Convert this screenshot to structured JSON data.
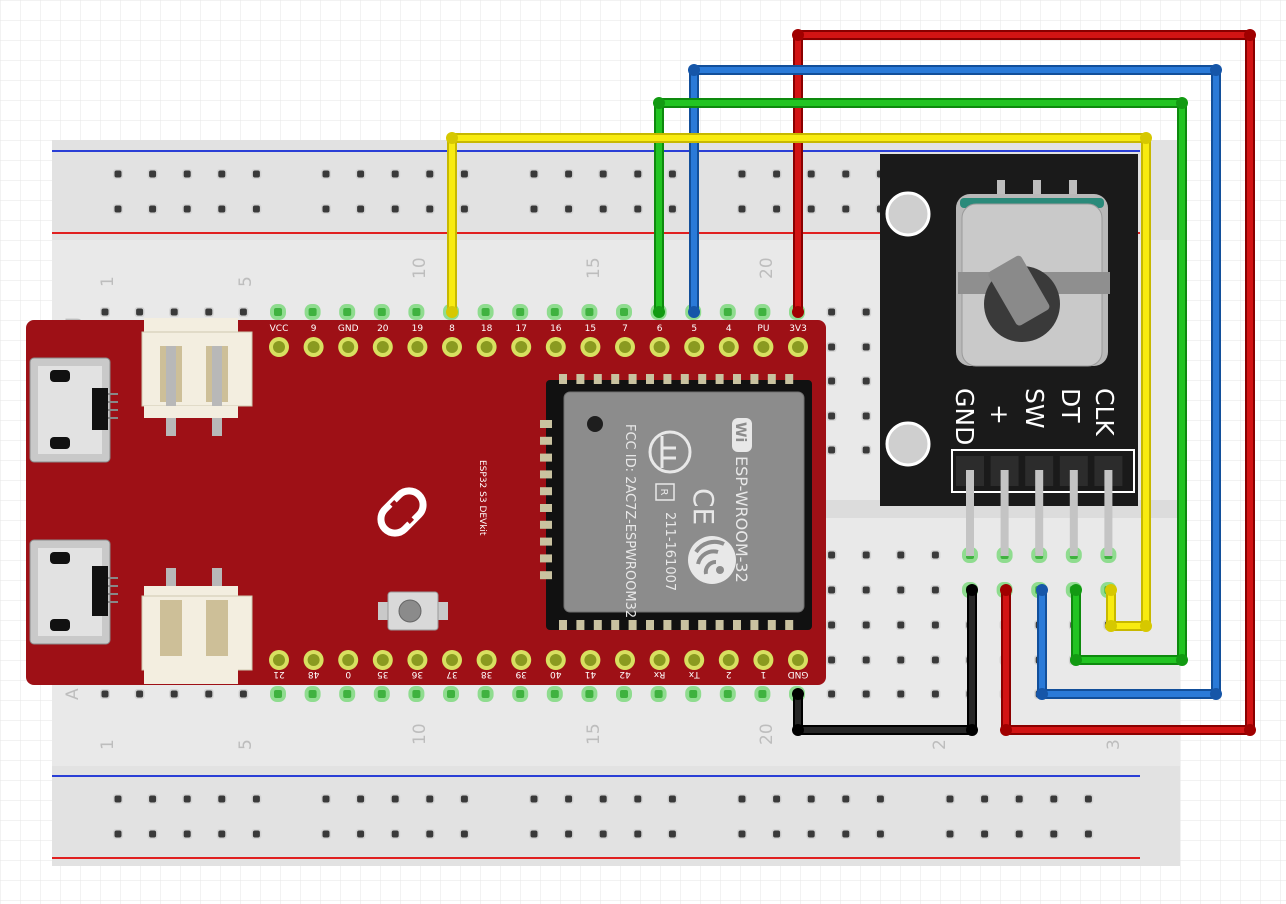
{
  "breadboard": {
    "column_numbers": [
      "1",
      "5",
      "10",
      "15",
      "20",
      "2",
      "3"
    ],
    "row_letters": [
      "J",
      "A"
    ]
  },
  "esp32": {
    "board_label": "ESP32 S3 DEVkit",
    "top_pins": [
      "VCC",
      "9",
      "GND",
      "20",
      "19",
      "8",
      "18",
      "17",
      "16",
      "15",
      "7",
      "6",
      "5",
      "4",
      "PU",
      "3V3"
    ],
    "bottom_pins": [
      "21",
      "48",
      "0",
      "35",
      "36",
      "37",
      "38",
      "39",
      "40",
      "41",
      "42",
      "Rx",
      "Tx",
      "2",
      "1",
      "GND"
    ]
  },
  "module": {
    "wifi_badge": "Wi",
    "name": "ESP-WROOM-32",
    "fcc": "FCC ID: 2AC7Z-ESPWROOM32",
    "cert": "211-161007",
    "ce_mark": "CE",
    "r_mark": "R"
  },
  "encoder": {
    "pin_labels": [
      "CLK",
      "DT",
      "SW",
      "+",
      "GND"
    ]
  },
  "colors": {
    "wire_red": "#c00000",
    "wire_blue": "#1e6cc8",
    "wire_green": "#1ab51a",
    "wire_yellow": "#f5e600",
    "wire_black": "#111111",
    "board_red": "#9e1016",
    "encoder_pcb": "#1a1a1a",
    "breadboard": "#e9e9e9"
  }
}
